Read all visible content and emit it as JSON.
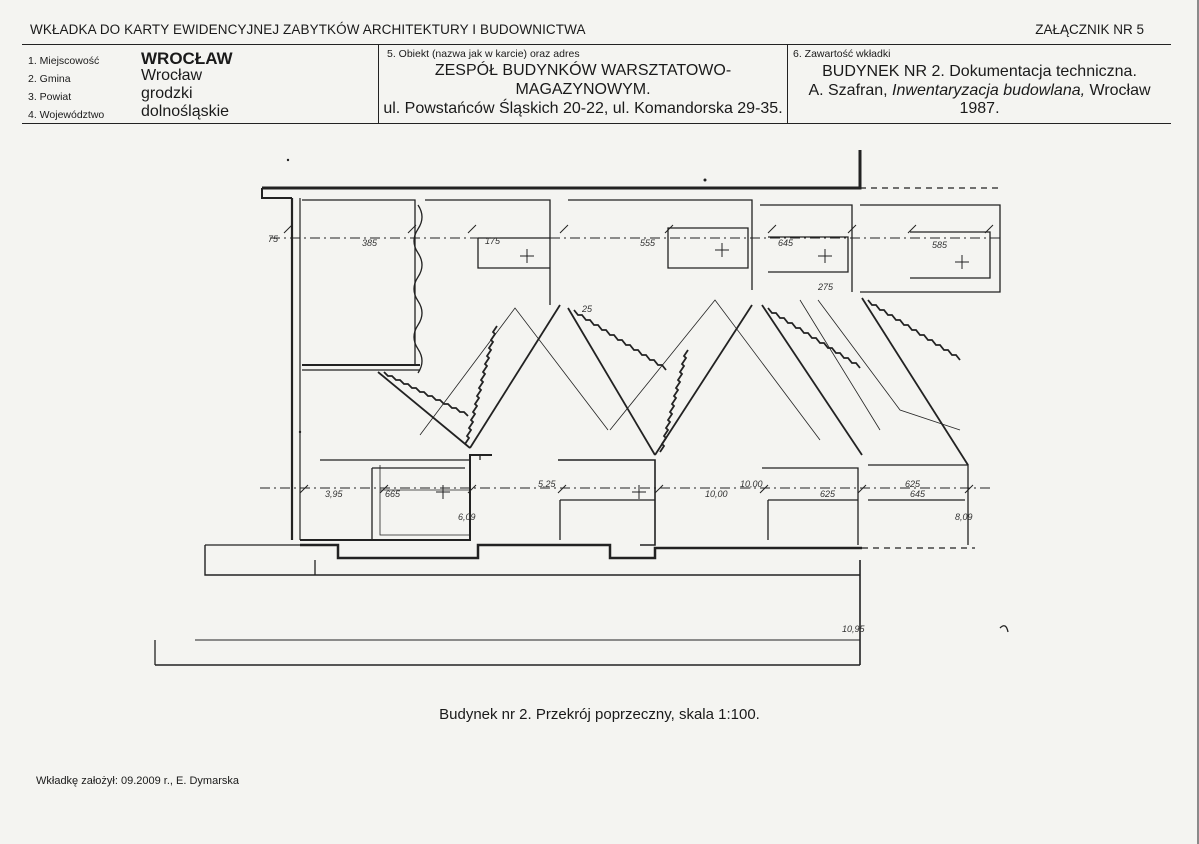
{
  "header": {
    "title": "WKŁADKA DO KARTY EWIDENCYJNEJ ZABYTKÓW ARCHITEKTURY I BUDOWNICTWA",
    "attachment": "ZAŁĄCZNIK NR 5"
  },
  "location": {
    "labels": [
      "1. Miejscowość",
      "2. Gmina",
      "3. Powiat",
      "4. Województwo"
    ],
    "values": [
      "WROCŁAW",
      "Wrocław",
      "grodzki",
      "dolnośląskie"
    ]
  },
  "object": {
    "label": "5. Obiekt (nazwa jak w karcie) oraz adres",
    "line1": "ZESPÓŁ BUDYNKÓW WARSZTATOWO-",
    "line2": "MAGAZYNOWYM.",
    "address": "ul. Powstańców Śląskich 20-22, ul. Komandorska 29-35."
  },
  "contents": {
    "label": "6. Zawartość wkładki",
    "line1": "BUDYNEK NR 2. Dokumentacja techniczna.",
    "author": "A. Szafran,",
    "work": "Inwentaryzacja budowlana,",
    "place": "Wrocław",
    "year": "1987."
  },
  "drawing_labels": {
    "dims": [
      "385",
      "175",
      "555",
      "645",
      "585",
      "275",
      "3,95",
      "5,25",
      "10,00",
      "10,00",
      "625",
      "625",
      "645",
      "665",
      "8,09",
      "6,09",
      "75",
      "25",
      "10,95"
    ]
  },
  "caption": "Budynek nr 2. Przekrój poprzeczny, skala 1:100.",
  "footer": "Wkładkę założył: 09.2009 r., E. Dymarska"
}
